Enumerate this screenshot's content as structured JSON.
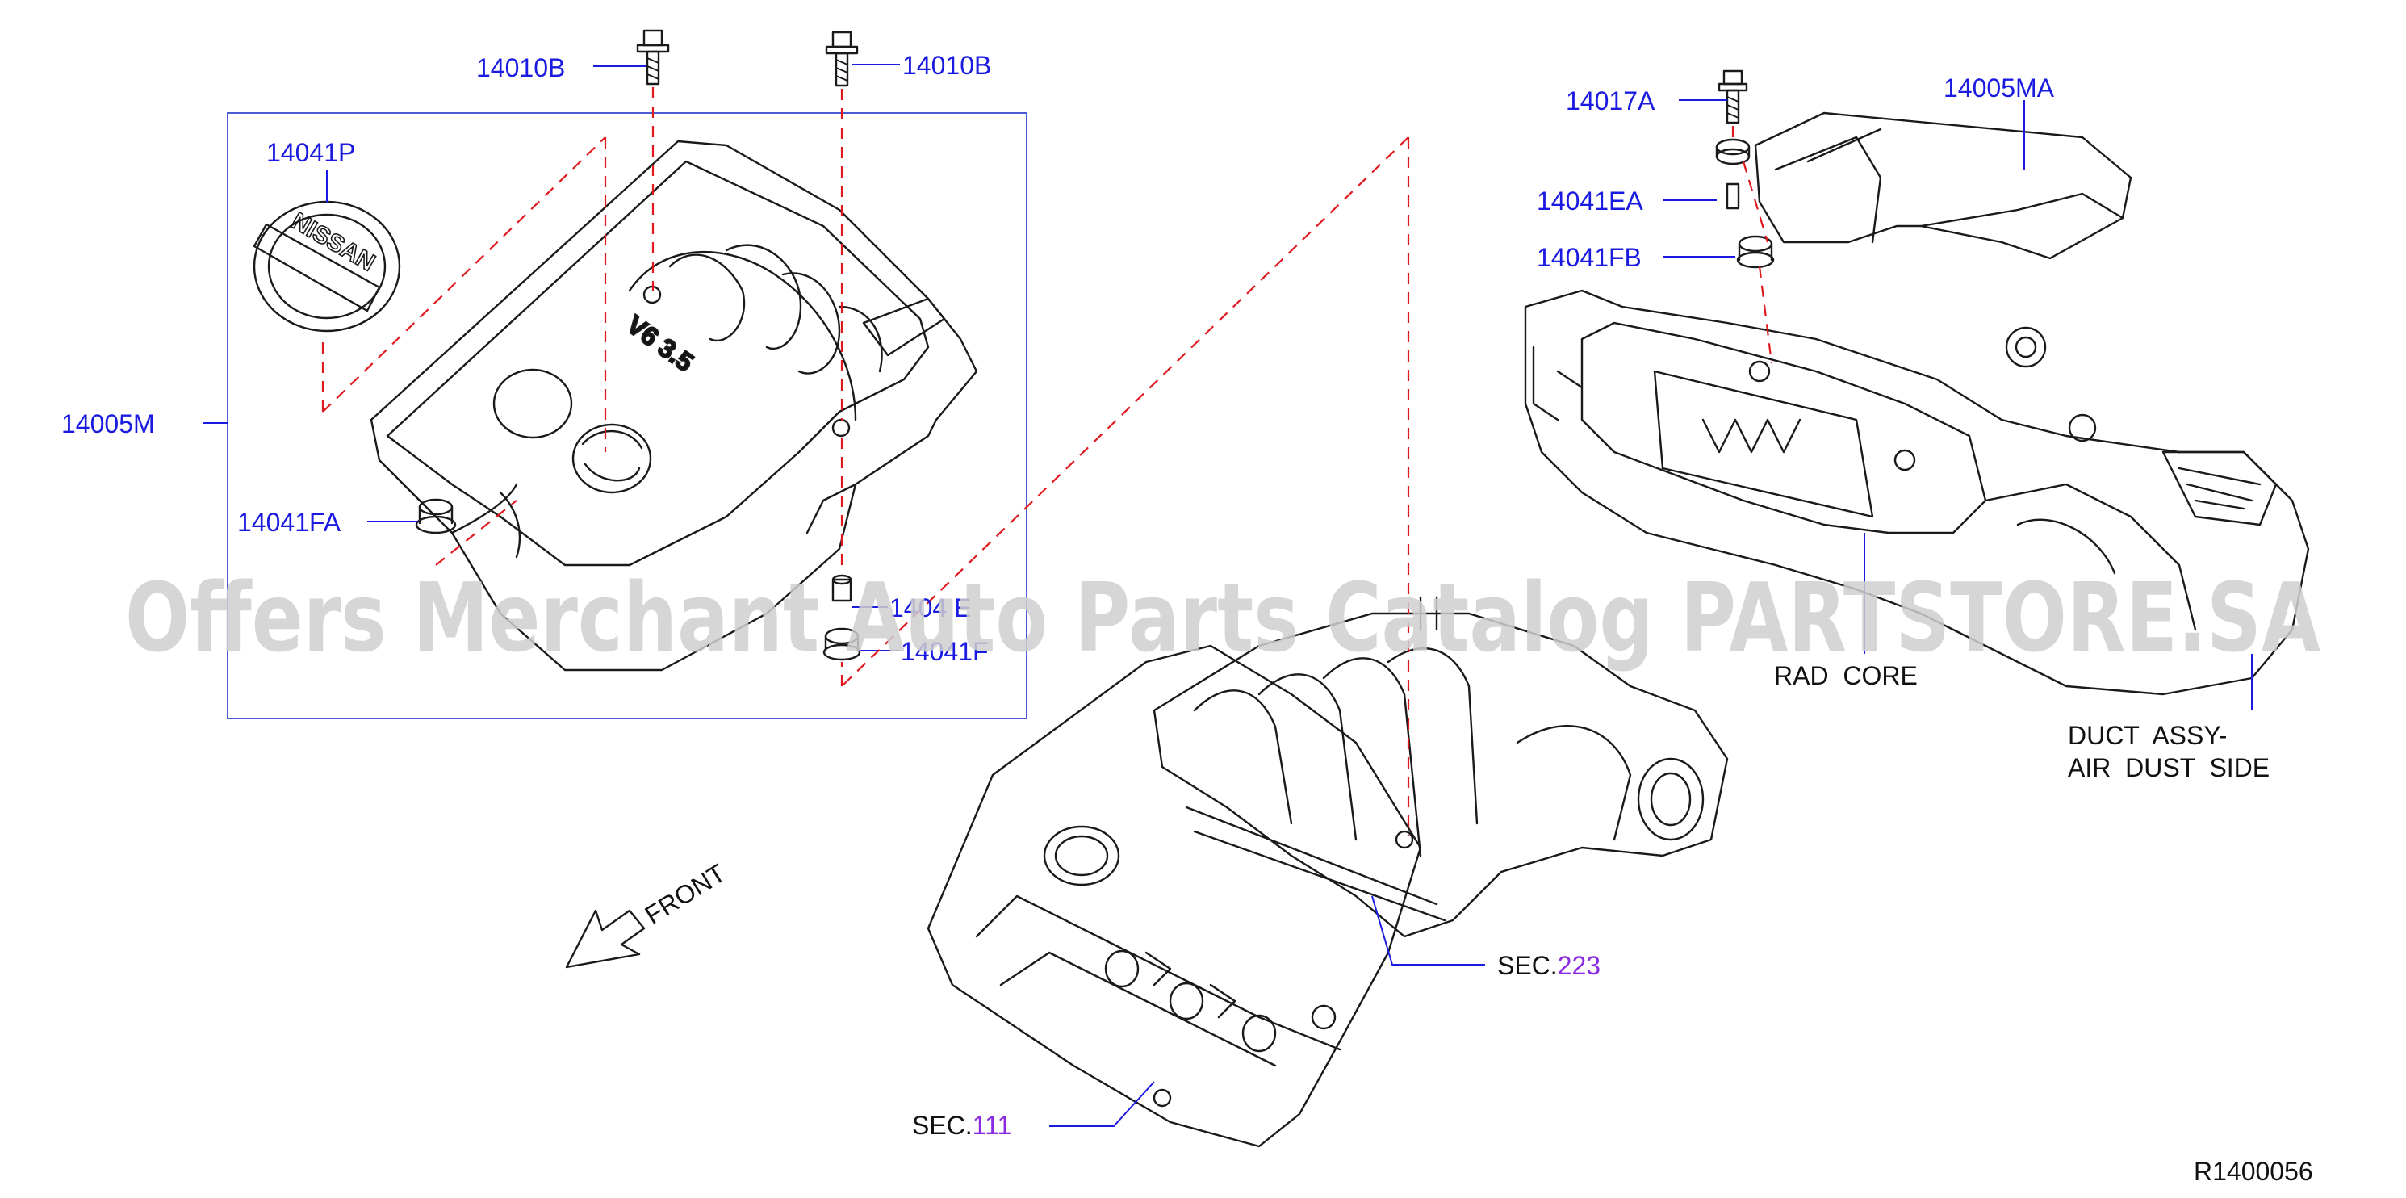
{
  "labels": {
    "p14010b_left": "14010B",
    "p14010b_right": "14010B",
    "p14041p": "14041P",
    "p14005m": "14005M",
    "p14041fa": "14041FA",
    "p14041e_partial": "1404 E",
    "p14041f_partial": "14041F",
    "p14017a": "14017A",
    "p14005ma": "14005MA",
    "p14041ea": "14041EA",
    "p14041fb": "14041FB",
    "rad_core": "RAD  CORE",
    "duct_line1": "DUCT  ASSY-",
    "duct_line2": "AIR  DUST  SIDE",
    "front": "FRONT",
    "sec223_prefix": "SEC.",
    "sec223_num": "223",
    "sec111_prefix": "SEC.",
    "sec111_num": "111",
    "diagram_id": "R1400056"
  },
  "cover_text": {
    "engine": "V6 3.5",
    "emblem": "NISSAN"
  },
  "watermark": "Offers Merchant Auto Parts Catalog PARTSTORE.SA",
  "colors": {
    "part_number": "#1a1ae0",
    "section_number": "#8a2be2",
    "dashed_line": "#e0191f",
    "text": "#111111"
  }
}
